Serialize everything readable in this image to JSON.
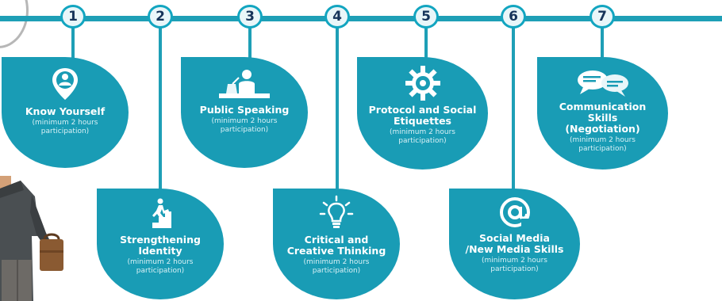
{
  "steps": [
    {
      "number": "1",
      "title": "Know Yourself",
      "note": "(minimum 2 hours\nparticipation)",
      "icon": "person-location-icon"
    },
    {
      "number": "2",
      "title": "Strengthening\nIdentity",
      "note": "(minimum 2 hours\nparticipation)",
      "icon": "climbing-stairs-icon"
    },
    {
      "number": "3",
      "title": "Public Speaking",
      "note": "(minimum 2 hours\nparticipation)",
      "icon": "podium-speaker-icon"
    },
    {
      "number": "4",
      "title": "Critical  and\nCreative Thinking",
      "note": "(minimum 2 hours\nparticipation)",
      "icon": "lightbulb-icon"
    },
    {
      "number": "5",
      "title": "Protocol and Social\nEtiquettes",
      "note": "(minimum 2 hours\nparticipation)",
      "icon": "gear-icon"
    },
    {
      "number": "6",
      "title": "Social Media\n/New Media Skills",
      "note": "(minimum 2 hours\nparticipation)",
      "icon": "at-sign-icon"
    },
    {
      "number": "7",
      "title": "Communication\nSkills\n(Negotiation)",
      "note": "(minimum 2 hours\nparticipation)",
      "icon": "chat-bubbles-icon"
    }
  ],
  "colors": {
    "line": "#1e9fb6",
    "drop": "#199cb5",
    "node_ring": "#12a5c0",
    "node_fill": "#e9f6f9",
    "number": "#16345a"
  }
}
